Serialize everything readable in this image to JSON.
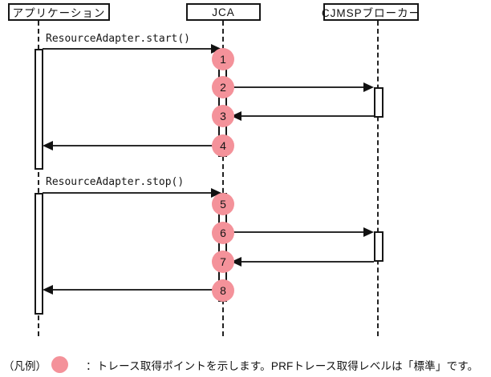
{
  "diagram": {
    "actors": [
      {
        "label": "アプリケーション"
      },
      {
        "label": "JCA"
      },
      {
        "label": "CJMSPブローカー"
      }
    ],
    "messages": [
      {
        "label": "ResourceAdapter.start()"
      },
      {
        "label": "ResourceAdapter.stop()"
      }
    ],
    "trace_points": [
      "1",
      "2",
      "3",
      "4",
      "5",
      "6",
      "7",
      "8"
    ]
  },
  "legend": {
    "label": "（凡例）",
    "description": "：トレース取得ポイントを示します。PRFトレース取得レベルは「標準」です。"
  },
  "colors": {
    "trace_point": "#F4929A",
    "line": "#2B2B2B"
  }
}
